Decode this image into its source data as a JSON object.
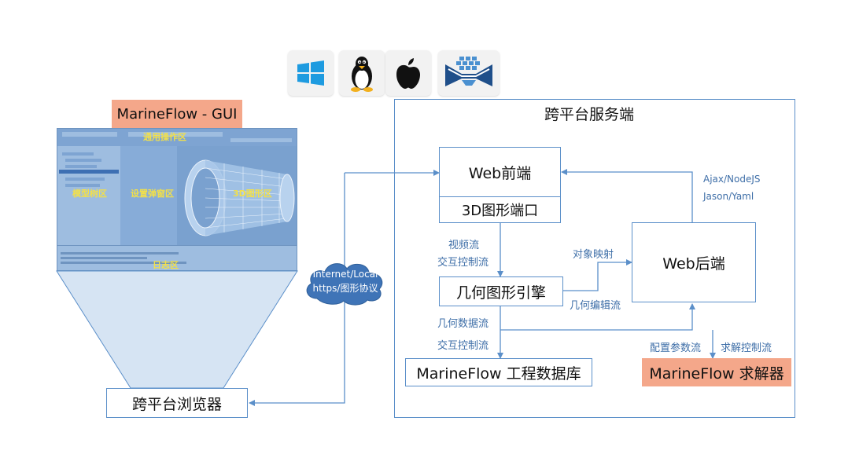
{
  "platform_icons": [
    "windows-icon",
    "linux-tux-icon",
    "apple-icon",
    "marineflow-logo-icon"
  ],
  "gui": {
    "title": "MarineFlow - GUI",
    "regions": {
      "toolbar": "通用操作区",
      "model_tree": "模型树区",
      "settings_popup": "设置弹窗区",
      "graphics_3d": "3D图形区",
      "log": "日志区"
    }
  },
  "browser": {
    "label": "跨平台浏览器"
  },
  "network": {
    "line1": "Internet/Local",
    "line2": "https/图形协议"
  },
  "server": {
    "title": "跨平台服务端",
    "web_frontend": "Web前端",
    "viewport_3d": "3D图形端口",
    "geometry_engine": "几何图形引擎",
    "web_backend": "Web后端",
    "database": "MarineFlow 工程数据库",
    "solver": "MarineFlow 求解器"
  },
  "edges": {
    "video_stream": "视频流",
    "interaction_control_1": "交互控制流",
    "object_mapping": "对象映射",
    "geometry_edit_stream": "几何编辑流",
    "ajax_nodejs": "Ajax/NodeJS",
    "json_yaml": "Jason/Yaml",
    "geometry_data_stream": "几何数据流",
    "interaction_control_2": "交互控制流",
    "config_params_stream": "配置参数流",
    "solve_control_stream": "求解控制流"
  },
  "colors": {
    "accent_blue": "#5b8fc9",
    "label_blue": "#3f6fa8",
    "highlight_orange": "#f4a78a",
    "gui_blue": "#8fb3dc",
    "region_yellow": "#f2e04a"
  }
}
